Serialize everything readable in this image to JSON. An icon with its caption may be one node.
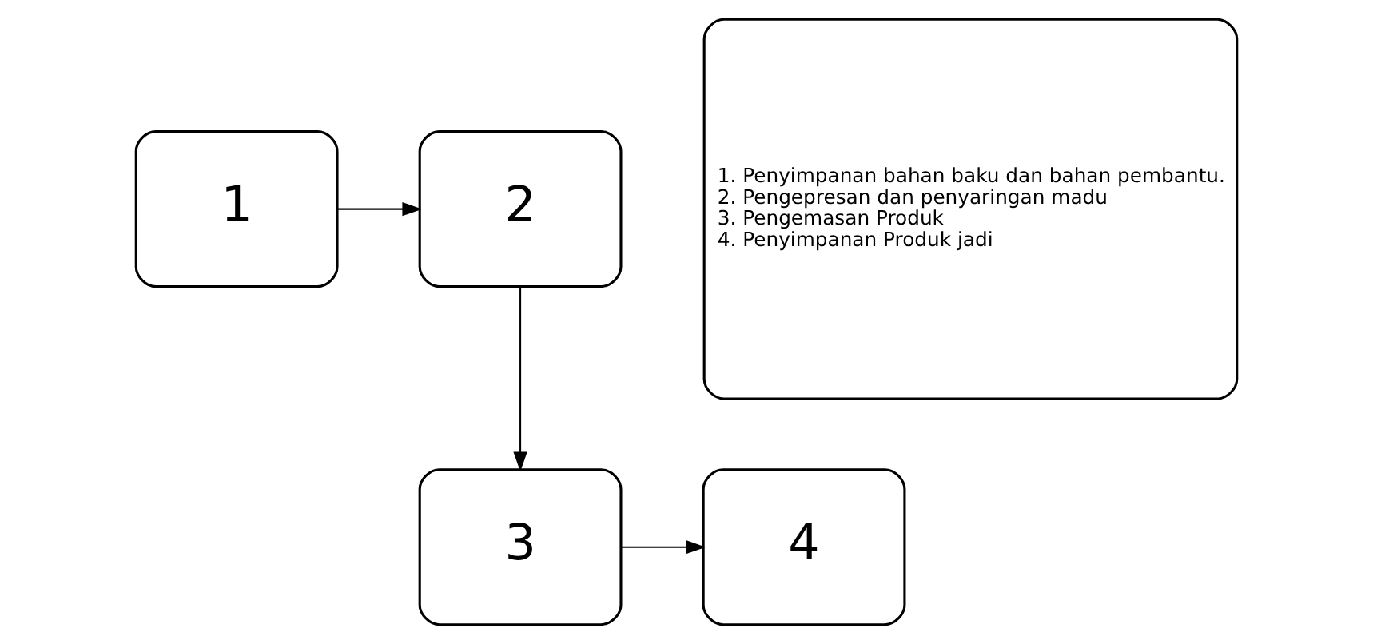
{
  "diagram": {
    "nodes": [
      {
        "text": [
          "1"
        ]
      },
      {
        "text": [
          "2"
        ]
      },
      {
        "text": [
          "3"
        ]
      },
      {
        "text": [
          "4"
        ]
      },
      {
        "text": [
          "1. Penyimpanan bahan baku dan bahan pembantu.",
          "2. Pengepresan dan penyaringan madu",
          "3. Pengemasan Produk",
          "4. Penyimpanan Produk jadi"
        ]
      }
    ],
    "edges": [
      {
        "from": 0,
        "to": 1,
        "arrow": "to"
      },
      {
        "from": 1,
        "to": 2,
        "arrow": "to"
      },
      {
        "from": 2,
        "to": 3,
        "arrow": "to"
      }
    ]
  }
}
